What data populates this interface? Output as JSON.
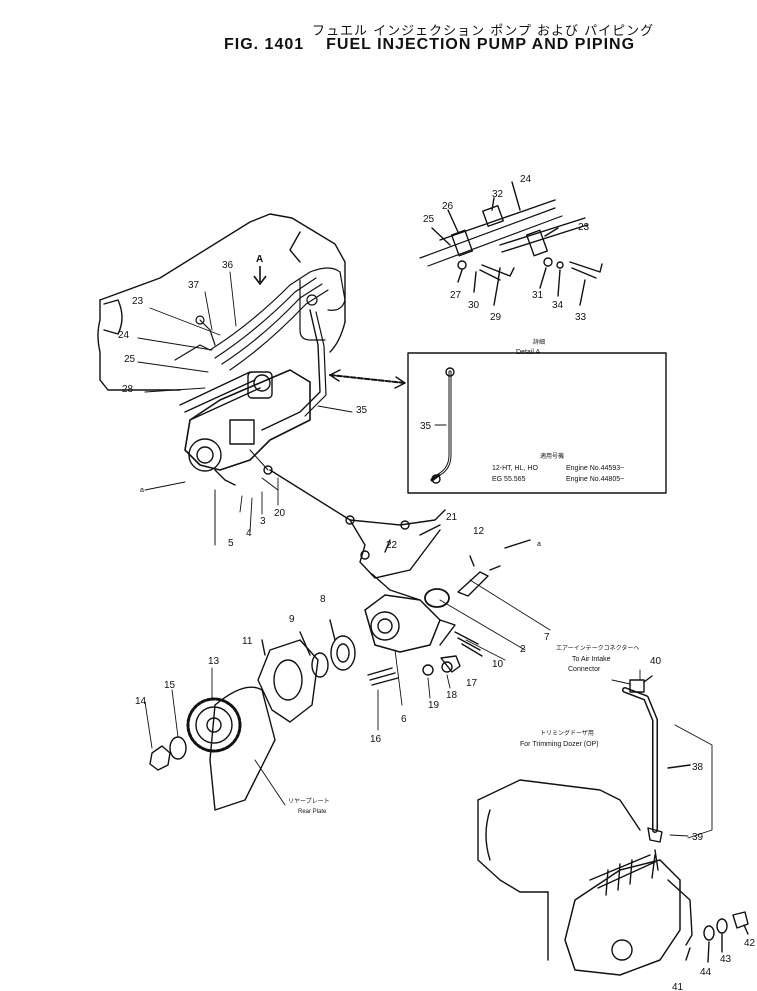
{
  "title": {
    "japanese": "フュエル インジェクション ポンプ および パイピング",
    "fig_number": "FIG. 1401",
    "english": "FUEL INJECTION PUMP AND PIPING"
  },
  "detail": {
    "japanese": "詳細",
    "label": "Detail A",
    "marker": "A"
  },
  "applicability": {
    "japanese": "適用号機",
    "rows": [
      {
        "models": "12-HT, HL, HO",
        "engine": "Engine No.44593~"
      },
      {
        "models": "EG 55.565",
        "engine": "Engine No.44805~"
      }
    ]
  },
  "notes": {
    "air_intake_jp": "エアーインテークコネクターへ",
    "air_intake_1": "To Air Intake",
    "air_intake_2": "Connector",
    "trimming_jp": "トリミングドーザ用",
    "trimming": "For Trimming Dozer (OP)",
    "rear_plate_jp": "リヤープレート",
    "rear_plate": "Rear Plate"
  },
  "callouts": [
    "23",
    "24",
    "25",
    "28",
    "36",
    "37",
    "35",
    "5",
    "4",
    "3",
    "20",
    "21",
    "22",
    "12",
    "2",
    "7",
    "8",
    "9",
    "10",
    "11",
    "13",
    "14",
    "15",
    "16",
    "6",
    "19",
    "18",
    "17",
    "40",
    "38",
    "39",
    "41",
    "44",
    "43",
    "42",
    "32",
    "26",
    "27",
    "30",
    "29",
    "31",
    "34",
    "33",
    "a"
  ]
}
